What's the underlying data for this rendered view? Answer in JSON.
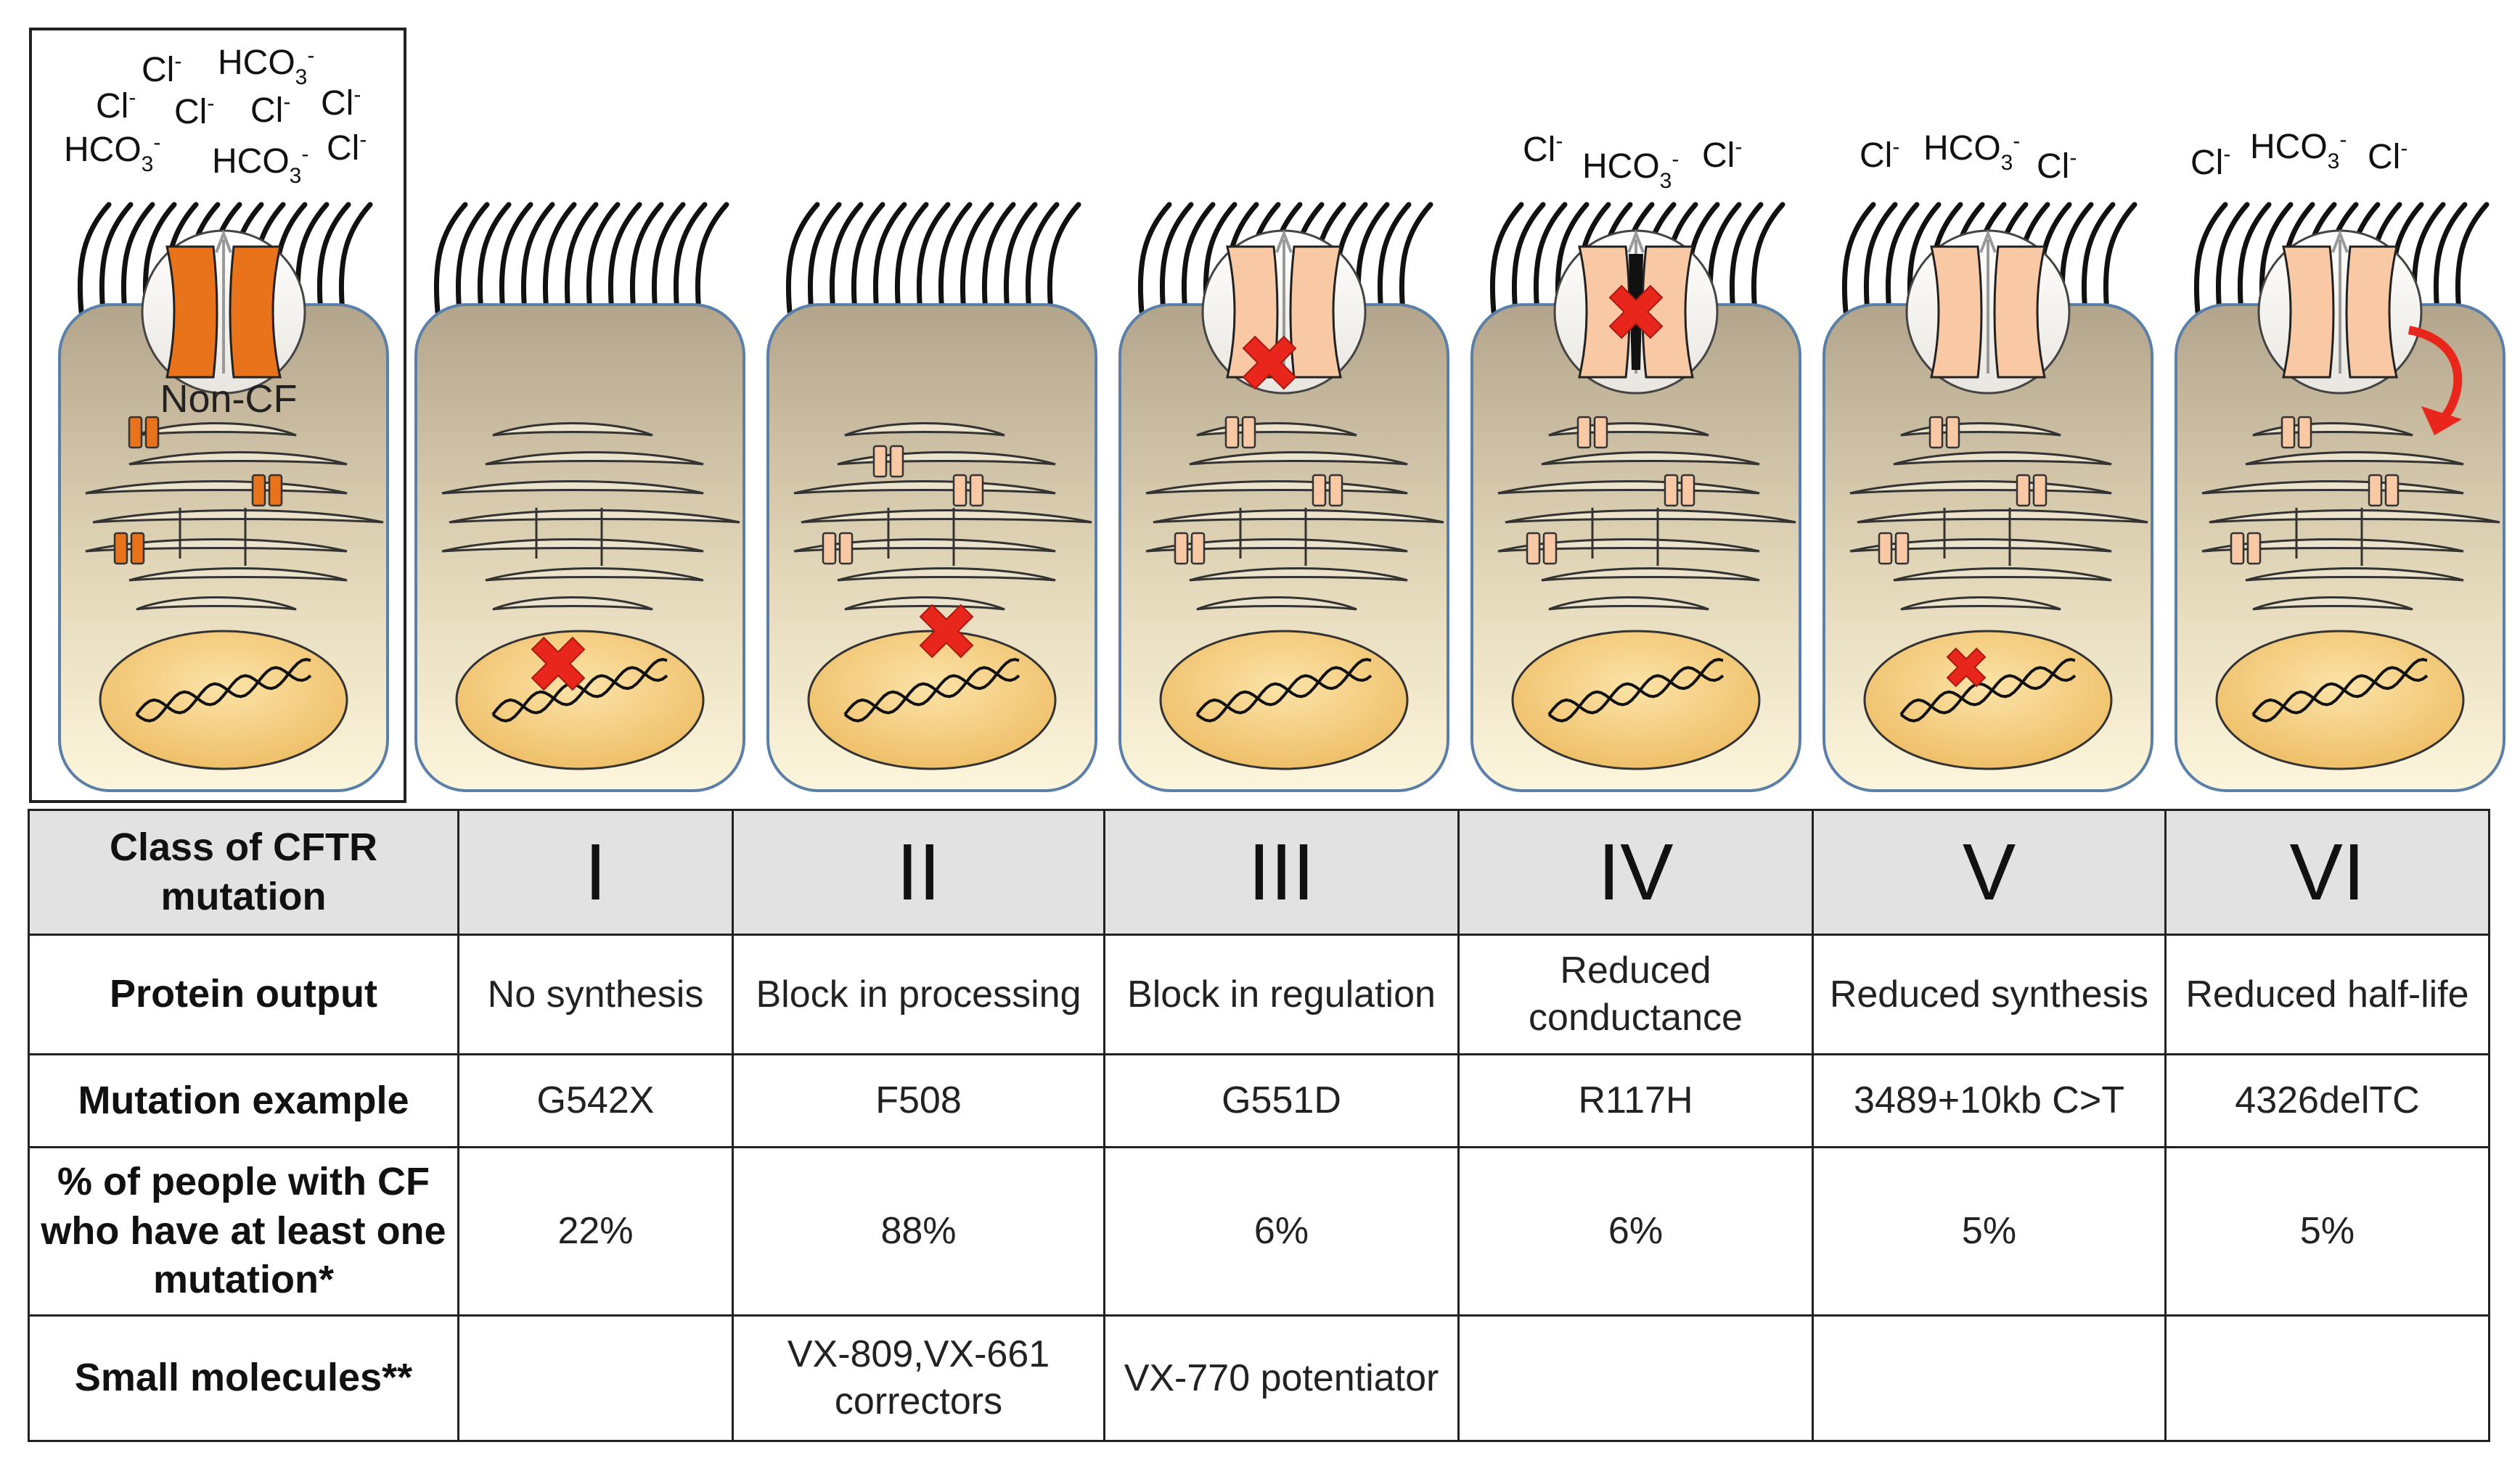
{
  "ions": {
    "cl": "Cl",
    "bicarb": "HCO",
    "three": "3",
    "minus": "-"
  },
  "panel_label": "Non-CF",
  "table": {
    "header": {
      "label": "Class of CFTR mutation",
      "classes": [
        "I",
        "II",
        "III",
        "IV",
        "V",
        "VI"
      ]
    },
    "rows": [
      {
        "label": "Protein output",
        "cells": [
          "No synthesis",
          "Block in processing",
          "Block in regulation",
          "Reduced conductance",
          "Reduced synthesis",
          "Reduced half-life"
        ]
      },
      {
        "label": "Mutation example",
        "cells": [
          "G542X",
          "F508",
          "G551D",
          "R117H",
          "3489+10kb C>T",
          "4326delTC"
        ]
      },
      {
        "label": "% of people with CF who have at least one mutation*",
        "cells": [
          "22%",
          "88%",
          "6%",
          "6%",
          "5%",
          "5%"
        ]
      },
      {
        "label": "Small molecules**",
        "cells": [
          "",
          "VX-809,VX-661 correctors",
          "VX-770 potentiator",
          "",
          "",
          ""
        ]
      }
    ]
  },
  "colors": {
    "channel_normal": "#e8731a",
    "channel_mutant": "#f9c8a4",
    "cross": "#e8261b",
    "cell_top": "#b5a78e",
    "cell_bottom": "#fbf2d6",
    "nucleus": "#f2c778",
    "membrane": "#5a7fa8"
  }
}
